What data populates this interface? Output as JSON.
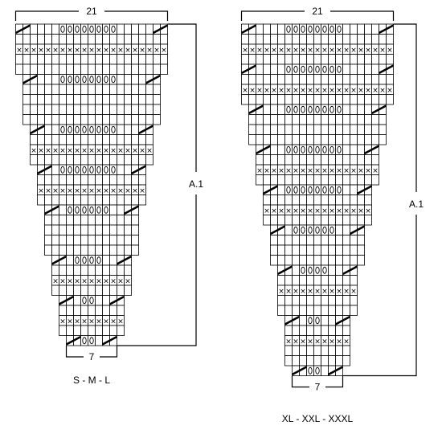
{
  "diagrams": [
    {
      "id": "s-m-l",
      "top_count": "21",
      "bottom_count": "7",
      "repeat_label": "A.1",
      "size_label": "S - M - L",
      "rows": [
        {
          "w": 21,
          "s": "dec_eyelet"
        },
        {
          "w": 21,
          "s": "plain"
        },
        {
          "w": 21,
          "s": "x"
        },
        {
          "w": 21,
          "s": "plain"
        },
        {
          "w": 21,
          "s": "plain"
        },
        {
          "w": 19,
          "s": "dec_eyelet"
        },
        {
          "w": 19,
          "s": "plain"
        },
        {
          "w": 19,
          "s": "plain"
        },
        {
          "w": 19,
          "s": "plain"
        },
        {
          "w": 19,
          "s": "plain"
        },
        {
          "w": 17,
          "s": "dec_eyelet"
        },
        {
          "w": 17,
          "s": "plain"
        },
        {
          "w": 17,
          "s": "x"
        },
        {
          "w": 17,
          "s": "plain"
        },
        {
          "w": 15,
          "s": "dec_eyelet"
        },
        {
          "w": 15,
          "s": "plain"
        },
        {
          "w": 15,
          "s": "x"
        },
        {
          "w": 15,
          "s": "plain"
        },
        {
          "w": 13,
          "s": "dec_eyelet"
        },
        {
          "w": 13,
          "s": "plain"
        },
        {
          "w": 13,
          "s": "plain"
        },
        {
          "w": 13,
          "s": "plain"
        },
        {
          "w": 13,
          "s": "plain"
        },
        {
          "w": 11,
          "s": "dec_eyelet"
        },
        {
          "w": 11,
          "s": "plain"
        },
        {
          "w": 11,
          "s": "x"
        },
        {
          "w": 11,
          "s": "plain"
        },
        {
          "w": 9,
          "s": "dec_eyelet"
        },
        {
          "w": 9,
          "s": "plain"
        },
        {
          "w": 9,
          "s": "x"
        },
        {
          "w": 9,
          "s": "plain"
        },
        {
          "w": 7,
          "s": "dec_eyelet"
        }
      ]
    },
    {
      "id": "xl-xxl-xxxl",
      "top_count": "21",
      "bottom_count": "7",
      "repeat_label": "A.1",
      "size_label": "XL - XXL - XXXL",
      "rows": [
        {
          "w": 21,
          "s": "dec_eyelet"
        },
        {
          "w": 21,
          "s": "plain"
        },
        {
          "w": 21,
          "s": "x"
        },
        {
          "w": 21,
          "s": "plain"
        },
        {
          "w": 21,
          "s": "dec_eyelet"
        },
        {
          "w": 21,
          "s": "plain"
        },
        {
          "w": 21,
          "s": "x"
        },
        {
          "w": 21,
          "s": "plain"
        },
        {
          "w": 19,
          "s": "dec_eyelet"
        },
        {
          "w": 19,
          "s": "plain"
        },
        {
          "w": 19,
          "s": "plain"
        },
        {
          "w": 19,
          "s": "plain"
        },
        {
          "w": 17,
          "s": "dec_eyelet"
        },
        {
          "w": 17,
          "s": "plain"
        },
        {
          "w": 17,
          "s": "x"
        },
        {
          "w": 17,
          "s": "plain"
        },
        {
          "w": 15,
          "s": "dec_eyelet"
        },
        {
          "w": 15,
          "s": "plain"
        },
        {
          "w": 15,
          "s": "x"
        },
        {
          "w": 15,
          "s": "plain"
        },
        {
          "w": 13,
          "s": "dec_eyelet"
        },
        {
          "w": 13,
          "s": "plain"
        },
        {
          "w": 13,
          "s": "plain"
        },
        {
          "w": 13,
          "s": "plain"
        },
        {
          "w": 11,
          "s": "dec_eyelet"
        },
        {
          "w": 11,
          "s": "plain"
        },
        {
          "w": 11,
          "s": "x"
        },
        {
          "w": 11,
          "s": "plain"
        },
        {
          "w": 11,
          "s": "plain"
        },
        {
          "w": 9,
          "s": "dec_eyelet"
        },
        {
          "w": 9,
          "s": "plain"
        },
        {
          "w": 9,
          "s": "x"
        },
        {
          "w": 9,
          "s": "plain"
        },
        {
          "w": 9,
          "s": "plain"
        },
        {
          "w": 7,
          "s": "dec_eyelet"
        }
      ]
    }
  ]
}
